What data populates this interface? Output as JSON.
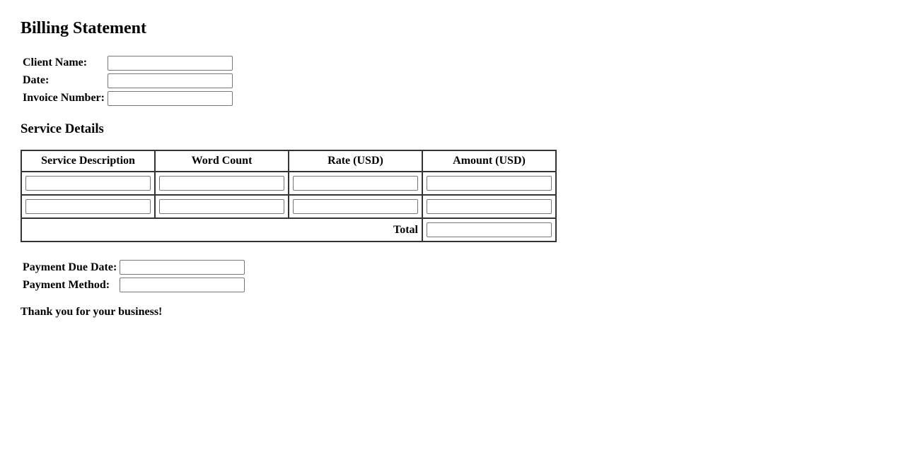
{
  "title": "Billing Statement",
  "colors": {
    "table_border": "#333333",
    "input_border": "#767676",
    "text": "#000000",
    "background": "#ffffff"
  },
  "client_info": {
    "fields": [
      {
        "label": "Client Name:",
        "value": ""
      },
      {
        "label": "Date:",
        "value": ""
      },
      {
        "label": "Invoice Number:",
        "value": ""
      }
    ]
  },
  "service_details": {
    "heading": "Service Details",
    "columns": [
      "Service Description",
      "Word Count",
      "Rate (USD)",
      "Amount (USD)"
    ],
    "rows": [
      {
        "service_description": "",
        "word_count": "",
        "rate": "",
        "amount": ""
      },
      {
        "service_description": "",
        "word_count": "",
        "rate": "",
        "amount": ""
      }
    ],
    "total_label": "Total",
    "total_value": ""
  },
  "payment_info": {
    "fields": [
      {
        "label": "Payment Due Date:",
        "value": ""
      },
      {
        "label": "Payment Method:",
        "value": ""
      }
    ]
  },
  "footer": {
    "message": "Thank you for your business!"
  }
}
